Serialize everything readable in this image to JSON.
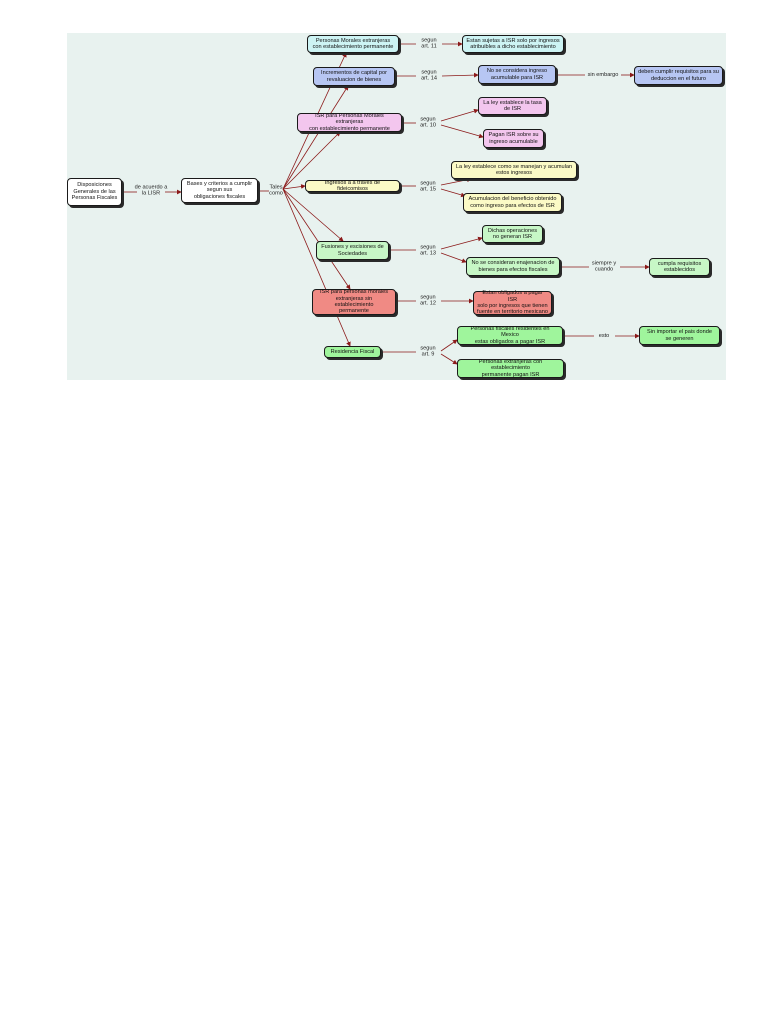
{
  "colors": {
    "background": "#e8f2ef",
    "white": "#ffffff",
    "cyan": "#cdf4f4",
    "blue": "#b7c6f3",
    "pink": "#f3c6ee",
    "yellow": "#fbfac6",
    "green": "#c7f7c6",
    "red": "#f08a84",
    "bright_green": "#9ff59c",
    "link": "#8b1a1a"
  },
  "nodes": {
    "root": "Disposiciones\nGenerales de las\nPersonas Fiscales",
    "bases": "Bases y criterios a cumplir\nsegun sus\nobligaciones fiscales",
    "pm_ext_estab": "Personas Morales extranjeras\ncon establecimiento permanente",
    "sujetas_isr": "Estan sujetas a ISR solo por ingresos\natribuibles a dicho establecimiento",
    "incrementos": "Incrementos de capital por\nrevaluacion de bienes",
    "no_ingreso": "No se considera ingreso\nacumulable para ISR",
    "deben_cumplir": "deben cumplir requisitos para su\ndeduccion en el futuro",
    "isr_pm_ext": "ISR para Personas Morales extranjeras\ncon establecimiento permanente",
    "tasa": "La ley establece la tasa\nde ISR",
    "pagan_isr": "Pagan ISR sobre su\ningreso acumulable",
    "fideicomisos": "Ingresos a a traves de fideicomisos",
    "manejan": "La ley establece como se manejan y acumulan\nestos ingresos",
    "acumulacion": "Acumulacion del beneficio obtenido\ncomo ingreso para efectos de ISR",
    "fusiones": "Fusiones y escisiones de\nSociedades",
    "dichas": "Dichas operaciones\nno generan ISR",
    "enajenacion": "No se consideran enajenacion de\nbienes para efectos fiscales",
    "cumpla": "cumpla requisitos\nestablecidos",
    "isr_sin_estab": "ISR para personas morales\nextranjeras sin establecimiento\npermanente",
    "obligados_ext": "Estan obligados a pagar ISR\nsolo por ingresos que tienen\nfuente en territorio mexicano",
    "residencia": "Residencia Fiscal",
    "residentes": "Personas fiscales residentes en Mexico\nestas obligados a pagar ISR",
    "sin_importar": "Sin importar el pais donde\nse generen",
    "pm_ext_pagan": "Personas extranjeras con establecimiento\npermanente pagan ISR"
  },
  "links": {
    "de_acuerdo": "de acuerdo a\nla LISR",
    "tales_como": "Tales\ncomo",
    "art11": "segun\nart. 11",
    "art14": "segun\nart. 14",
    "sin_embargo": "sin embargo",
    "art10": "segun\nart. 10",
    "art15": "segun\nart. 15",
    "art13": "segun\nart. 13",
    "siempre_cuando": "siempre y\ncuando",
    "art12": "segun\nart. 12",
    "art9": "segun\nart. 9",
    "esto": "esto"
  }
}
